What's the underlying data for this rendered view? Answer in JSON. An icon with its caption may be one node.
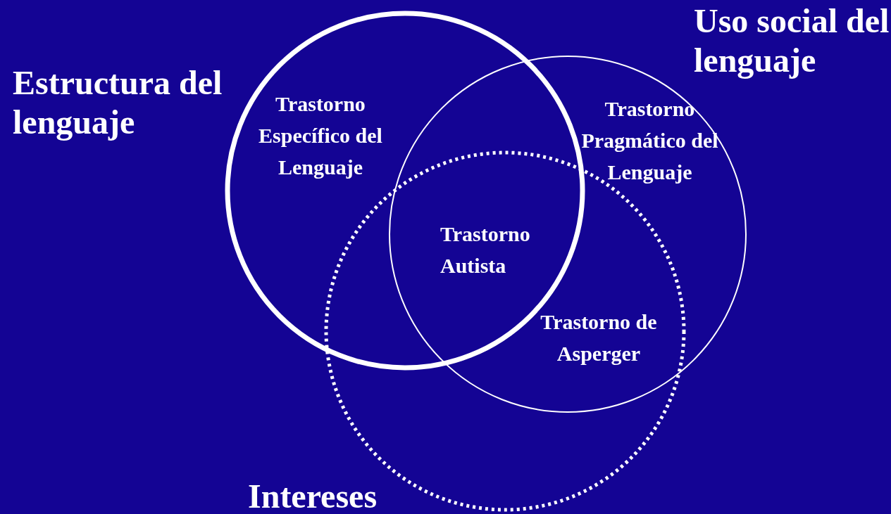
{
  "diagram": {
    "nodes": [
      {
        "text": [
          "Estructura del lenguaje"
        ]
      },
      {
        "text": [
          "Uso social del lenguaje"
        ]
      },
      {
        "text": [
          "Intereses"
        ]
      }
    ],
    "edges": [],
    "labels": [
      "Trastorno Específico del Lenguaje",
      "Trastorno Pragmático del Lenguaje",
      "Trastorno Autista",
      "Trastorno de Asperger"
    ]
  }
}
